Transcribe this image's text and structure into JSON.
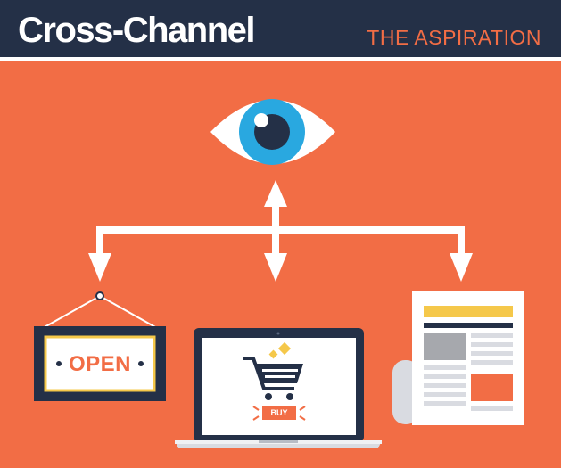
{
  "header": {
    "title": "Cross-Channel",
    "subtitle": "THE ASPIRATION"
  },
  "sign": {
    "label": "OPEN"
  },
  "laptop": {
    "buy_label": "BUY"
  },
  "colors": {
    "background": "#f26d45",
    "header": "#243047",
    "eye_iris": "#29a8e0",
    "newspaper_accent": "#f5c84a",
    "white": "#ffffff"
  },
  "icons": [
    "eye-icon",
    "arrows-icon",
    "open-sign-icon",
    "laptop-icon",
    "shopping-cart-icon",
    "newspaper-icon"
  ]
}
